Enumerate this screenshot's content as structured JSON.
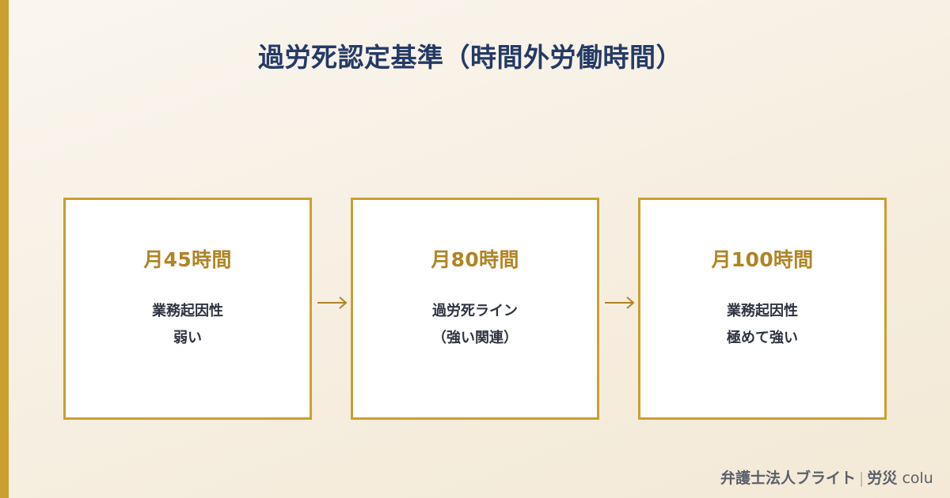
{
  "page": {
    "title": "過労死認定基準（時間外労働時間）"
  },
  "colors": {
    "accent_gold": "#c9a02f",
    "heading_gold": "#b08424",
    "title_navy": "#243a66",
    "text_dark": "#2e3440",
    "footer_gray": "#5b606b",
    "box_bg": "#ffffff",
    "page_bg": "#f6eee0"
  },
  "flow": {
    "steps": [
      {
        "heading": "月45時間",
        "lines": [
          "業務起因性",
          "弱い"
        ]
      },
      {
        "heading": "月80時間",
        "lines": [
          "過労死ライン",
          "（強い関連）"
        ]
      },
      {
        "heading": "月100時間",
        "lines": [
          "業務起因性",
          "極めて強い"
        ]
      }
    ],
    "arrows": [
      {
        "icon": "right-arrow-icon",
        "glyph": "→"
      },
      {
        "icon": "right-arrow-icon",
        "glyph": "→"
      }
    ]
  },
  "footer": {
    "brand": "弁護士法人ブライト",
    "separator": "|",
    "category": "労災",
    "suffix": "colu"
  }
}
